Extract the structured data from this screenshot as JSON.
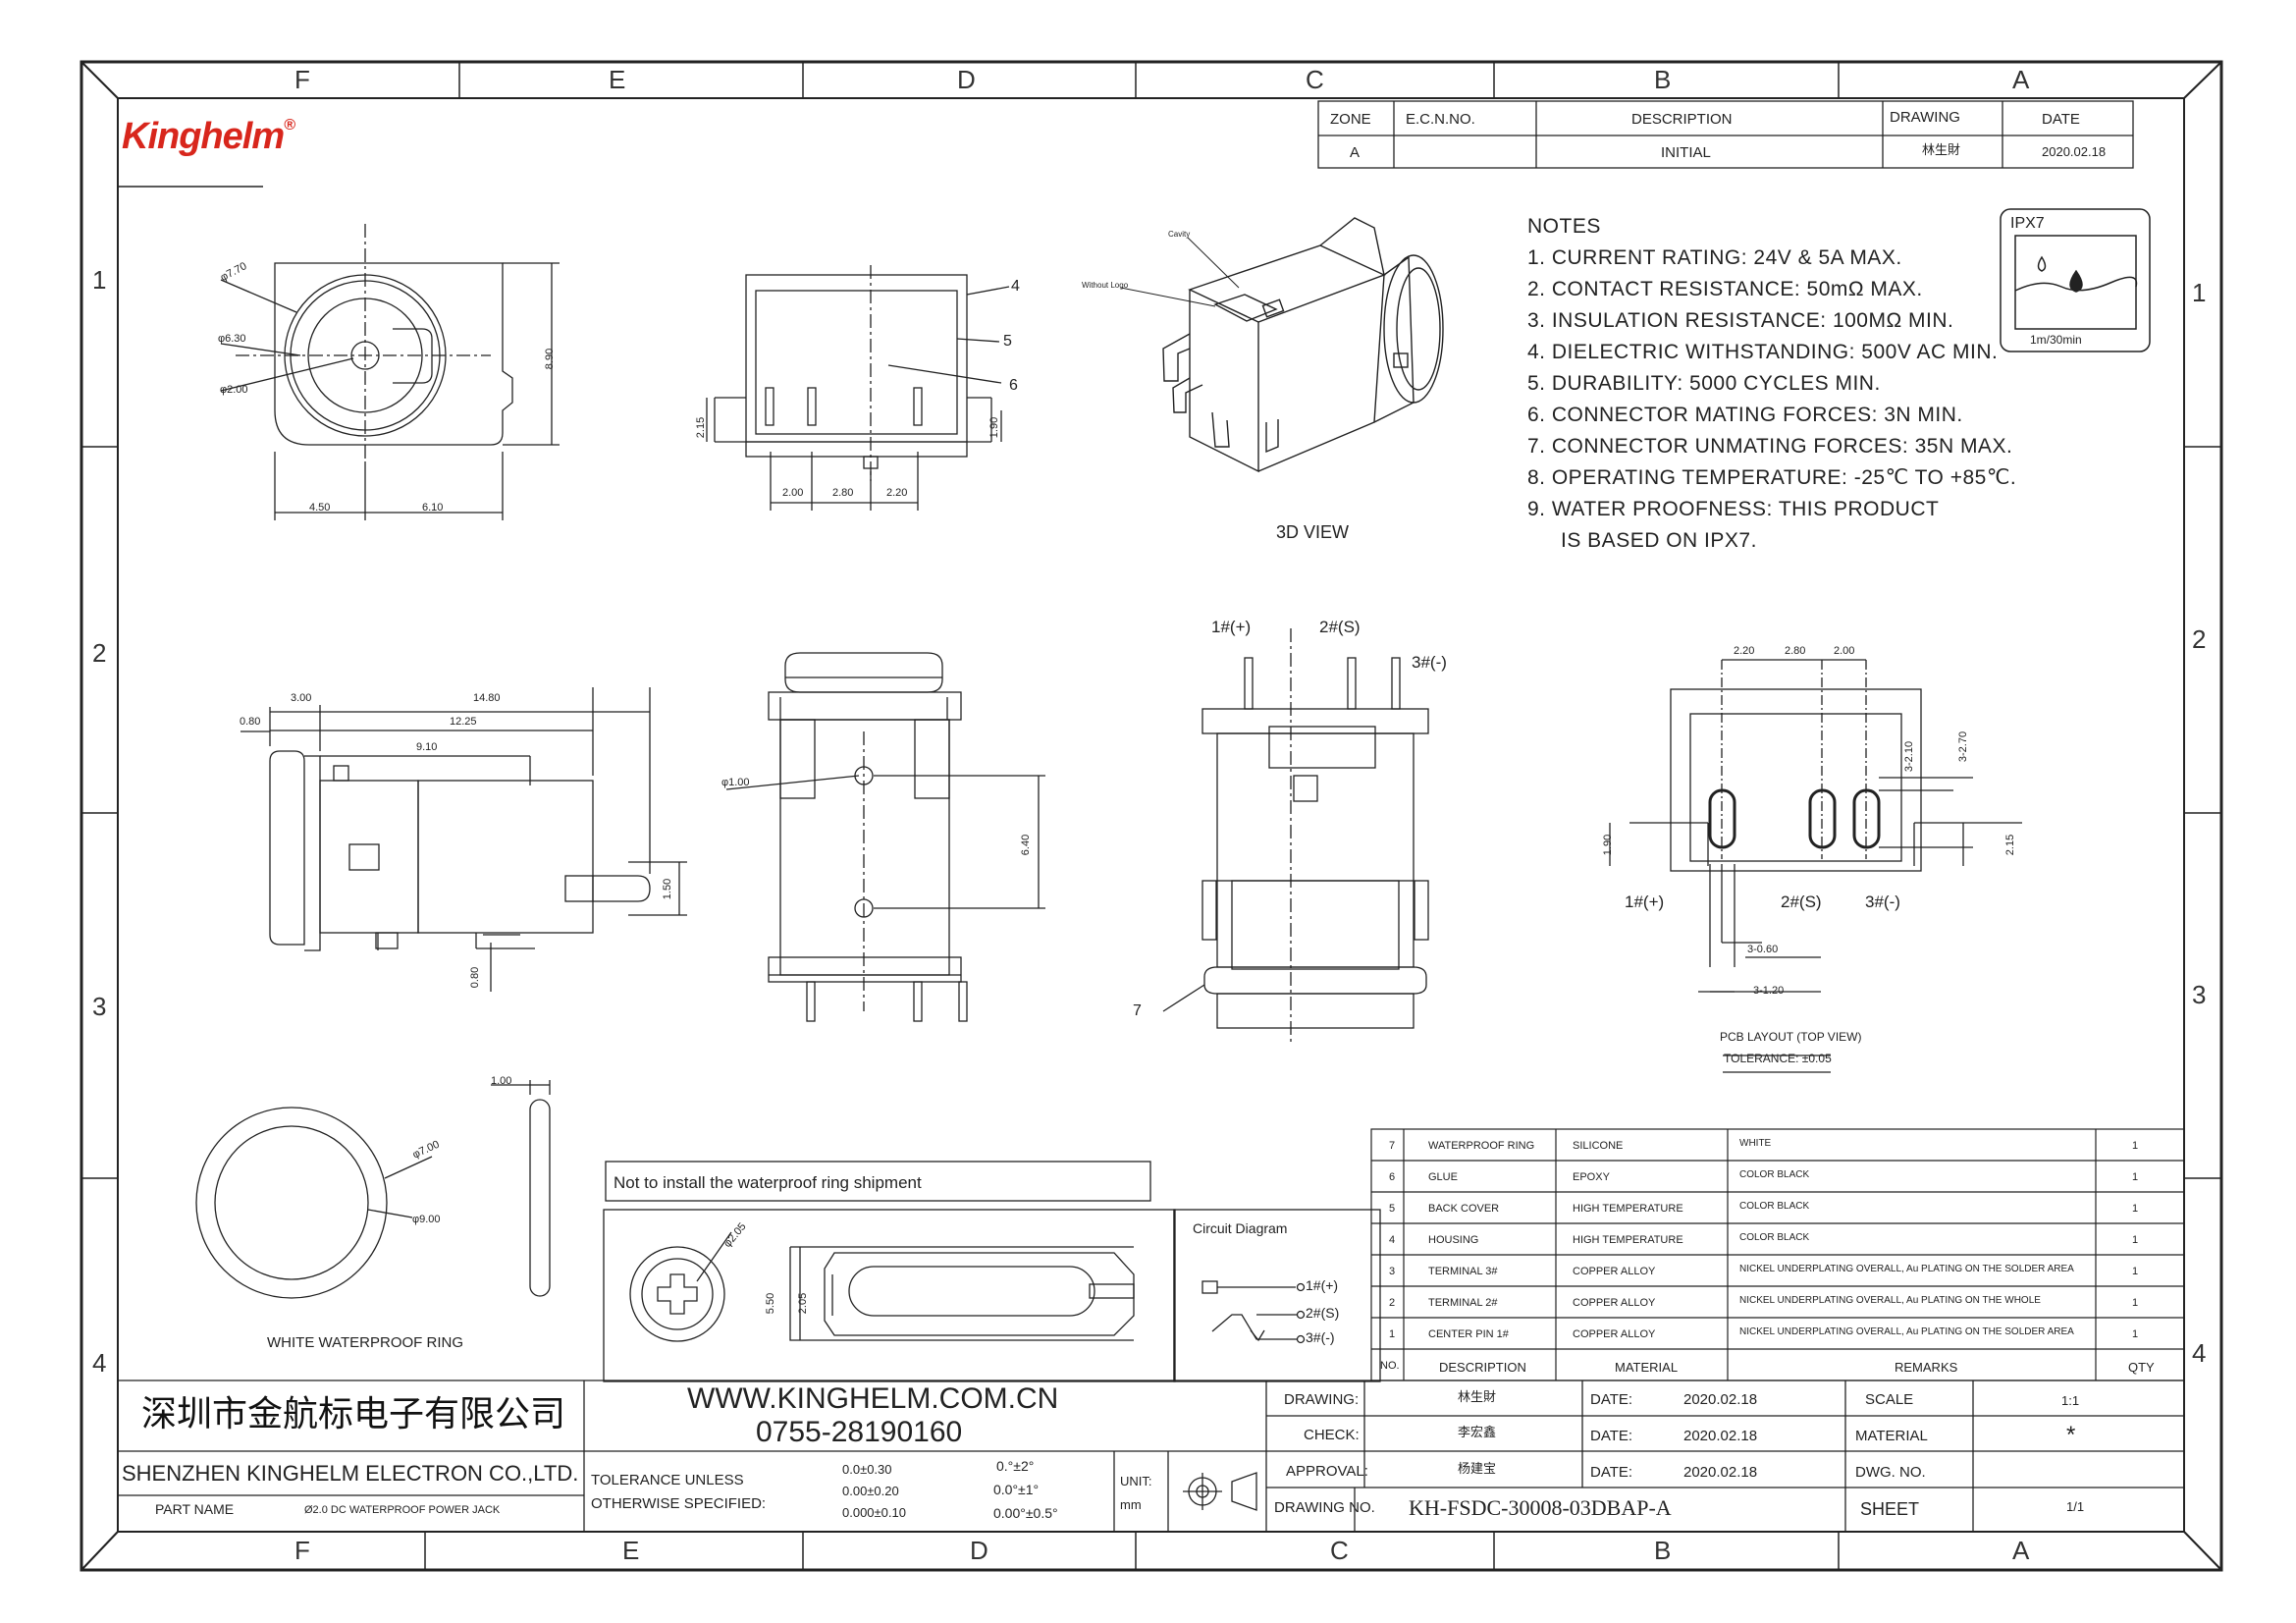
{
  "zones": {
    "cols": [
      "F",
      "E",
      "D",
      "C",
      "B",
      "A"
    ],
    "rows": [
      "1",
      "2",
      "3",
      "4"
    ]
  },
  "brand": {
    "logo": "Kinghelm",
    "reg": "®",
    "color": "#d8261c"
  },
  "revision": {
    "headers": [
      "ZONE",
      "E.C.N.NO.",
      "DESCRIPTION",
      "DRAWING",
      "DATE"
    ],
    "row": [
      "A",
      "",
      "INITIAL",
      "林生財",
      "2020.02.18"
    ]
  },
  "notes": {
    "title": "NOTES",
    "items": [
      "1. CURRENT RATING: 24V & 5A MAX.",
      "2. CONTACT RESISTANCE: 50mΩ MAX.",
      "3. INSULATION RESISTANCE: 100MΩ MIN.",
      "4. DIELECTRIC WITHSTANDING: 500V AC MIN.",
      "5. DURABILITY: 5000 CYCLES MIN.",
      "6. CONNECTOR MATING FORCES: 3N MIN.",
      "7. CONNECTOR UNMATING FORCES: 35N MAX.",
      "8. OPERATING TEMPERATURE: -25℃ TO +85℃.",
      "9. WATER PROOFNESS: THIS PRODUCT",
      "IS BASED ON IPX7."
    ]
  },
  "ipx": {
    "title": "IPX7",
    "caption": "1m/30min"
  },
  "views": {
    "front_dims": {
      "d1": "φ7.70",
      "d2": "φ6.30",
      "d3": "φ2.00",
      "h": "8.90",
      "w1": "4.50",
      "w2": "6.10"
    },
    "top_dims": {
      "h1": "2.15",
      "h2": "1.90",
      "p1": "2.00",
      "p2": "2.80",
      "p3": "2.20",
      "c4": "4",
      "c5": "5",
      "c6": "6"
    },
    "iso": {
      "cavity": "Cavity",
      "nologo": "Without Logo",
      "caption": "3D VIEW"
    },
    "side_dims": {
      "a": "3.00",
      "b": "14.80",
      "c": "0.80",
      "d": "12.25",
      "e": "9.10",
      "f": "1.50",
      "g": "0.80"
    },
    "rear_dims": {
      "hole": "φ1.00",
      "h": "6.40"
    },
    "pins": {
      "p1": "1#(+)",
      "p2": "2#(S)",
      "p3": "3#(-)",
      "ring": "7"
    },
    "pcb": {
      "d1": "2.20",
      "d2": "2.80",
      "d3": "2.00",
      "s1": "3-2.10",
      "s2": "3-2.70",
      "h1": "1.90",
      "h2": "2.15",
      "w1": "3-0.60",
      "w2": "3-1.20",
      "l1": "1#(+)",
      "l2": "2#(S)",
      "l3": "3#(-)",
      "title": "PCB LAYOUT (TOP VIEW)",
      "tol": "TOLERANCE: ±0.05"
    },
    "ring": {
      "t": "1.00",
      "d1": "φ7.00",
      "d2": "φ9.00",
      "caption": "WHITE WATERPROOF RING"
    },
    "warning": "Not to install the waterproof ring shipment",
    "section": {
      "d": "φ2.05",
      "h1": "5.50",
      "h2": "2.05"
    },
    "circuit": {
      "title": "Circuit Diagram",
      "p1": "1#(+)",
      "p2": "2#(S)",
      "p3": "3#(-)"
    }
  },
  "bom": {
    "headers": [
      "NO.",
      "DESCRIPTION",
      "MATERIAL",
      "REMARKS",
      "QTY"
    ],
    "rows": [
      [
        "7",
        "WATERPROOF RING",
        "SILICONE",
        "WHITE",
        "1"
      ],
      [
        "6",
        "GLUE",
        "EPOXY",
        "COLOR BLACK",
        "1"
      ],
      [
        "5",
        "BACK COVER",
        "HIGH TEMPERATURE",
        "COLOR BLACK",
        "1"
      ],
      [
        "4",
        "HOUSING",
        "HIGH TEMPERATURE",
        "COLOR BLACK",
        "1"
      ],
      [
        "3",
        "TERMINAL 3#",
        "COPPER ALLOY",
        "NICKEL UNDERPLATING OVERALL, Au PLATING ON THE SOLDER AREA",
        "1"
      ],
      [
        "2",
        "TERMINAL 2#",
        "COPPER ALLOY",
        "NICKEL UNDERPLATING OVERALL, Au PLATING ON THE WHOLE",
        "1"
      ],
      [
        "1",
        "CENTER PIN 1#",
        "COPPER ALLOY",
        "NICKEL UNDERPLATING OVERALL, Au PLATING ON THE SOLDER AREA",
        "1"
      ]
    ]
  },
  "title_block": {
    "company_cn": "深圳市金航标电子有限公司",
    "company_en": "SHENZHEN KINGHELM ELECTRON CO.,LTD.",
    "url": "WWW.KINGHELM.COM.CN",
    "phone": "0755-28190160",
    "part_name_label": "PART NAME",
    "part_name": "Ø2.0 DC WATERPROOF POWER JACK",
    "tol_label1": "TOLERANCE UNLESS",
    "tol_label2": "OTHERWISE SPECIFIED:",
    "tol_lin": [
      "0.0±0.30",
      "0.00±0.20",
      "0.000±0.10"
    ],
    "tol_ang": [
      "0.°±2°",
      "0.0°±1°",
      "0.00°±0.5°"
    ],
    "unit_label": "UNIT:",
    "unit": "mm",
    "drawing_label": "DRAWING:",
    "drawing": "林生財",
    "check_label": "CHECK:",
    "check": "李宏鑫",
    "approval_label": "APPROVAL:",
    "approval": "杨建宝",
    "date_label": "DATE:",
    "date": "2020.02.18",
    "scale_label": "SCALE",
    "scale": "1:1",
    "material_label": "MATERIAL",
    "material": "*",
    "dwgno_label": "DWG. NO.",
    "drawing_no_label": "DRAWING NO.",
    "drawing_no": "KH-FSDC-30008-03DBAP-A",
    "sheet_label": "SHEET",
    "sheet": "1/1"
  }
}
